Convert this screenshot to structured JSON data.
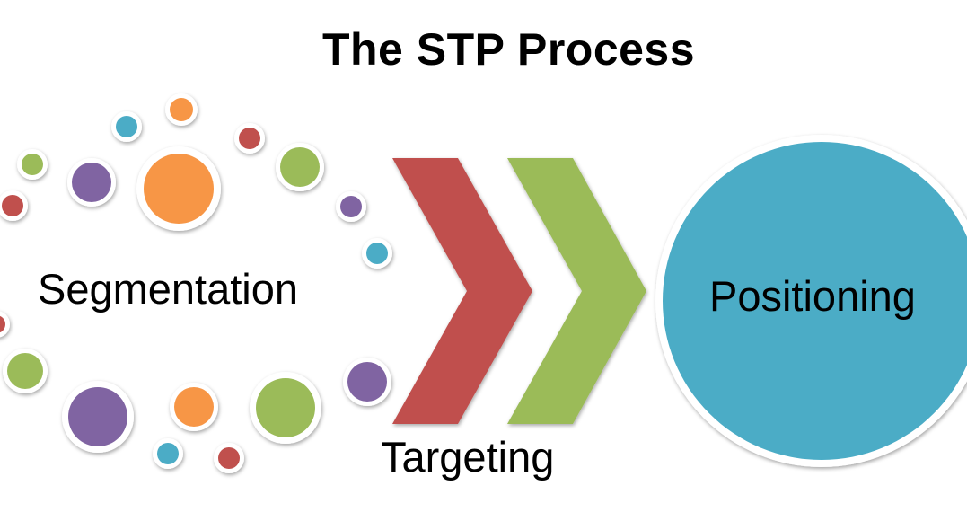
{
  "title": "The STP Process",
  "steps": {
    "segmentation": "Segmentation",
    "targeting": "Targeting",
    "positioning": "Positioning"
  },
  "colors": {
    "orange": "#f79646",
    "green": "#9bbb59",
    "purple": "#8064a2",
    "red": "#c0504d",
    "blue": "#4bacc6",
    "chevron_red": "#c0504d",
    "chevron_green": "#9bbb59",
    "positioning_circle": "#4bacc6"
  },
  "icons": {
    "segment_dots": "colored-circle-icon",
    "arrows": "chevron-right-icon"
  }
}
